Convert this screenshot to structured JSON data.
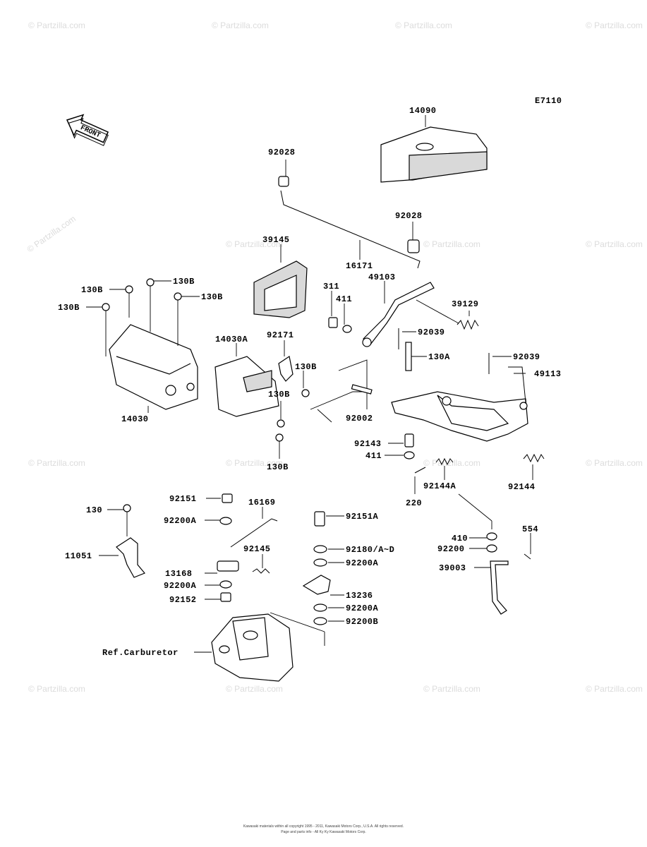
{
  "diagram_code": "E7110",
  "front_arrow": "FRONT",
  "watermark": "© Partzilla.com",
  "reference_label": "Ref.Carburetor",
  "footer": {
    "line1": "Kawasaki materials within all copyright 1995 - 2011, Kawasaki Motors Corp., U.S.A. All rights reserved.",
    "line2": "Page and parts info - All Ky Ky Kawasaki Motors Corp."
  },
  "callouts": {
    "c14090": "14090",
    "c92028a": "92028",
    "c92028b": "92028",
    "c39145": "39145",
    "c16171": "16171",
    "c311": "311",
    "c411a": "411",
    "c49103": "49103",
    "c39129": "39129",
    "c92039a": "92039",
    "c130a": "130A",
    "c92039b": "92039",
    "c49113": "49113",
    "c130b1": "130B",
    "c130b2": "130B",
    "c130b3": "130B",
    "c130b4": "130B",
    "c14030a": "14030A",
    "c92171": "92171",
    "c130b5": "130B",
    "c130b6": "130B",
    "c130b7": "130B",
    "c14030": "14030",
    "c92002": "92002",
    "c92143": "92143",
    "c411b": "411",
    "c92144a": "92144A",
    "c92144": "92144",
    "c220": "220",
    "c130": "130",
    "c11051": "11051",
    "c92151": "92151",
    "c92200a1": "92200A",
    "c16169": "16169",
    "c92145": "92145",
    "c13168": "13168",
    "c92200a2": "92200A",
    "c92152": "92152",
    "c92151a": "92151A",
    "c92180": "92180/A~D",
    "c92200a3": "92200A",
    "c13236": "13236",
    "c92200a4": "92200A",
    "c92200b": "92200B",
    "c410": "410",
    "c554": "554",
    "c92200": "92200",
    "c39003": "39003"
  }
}
